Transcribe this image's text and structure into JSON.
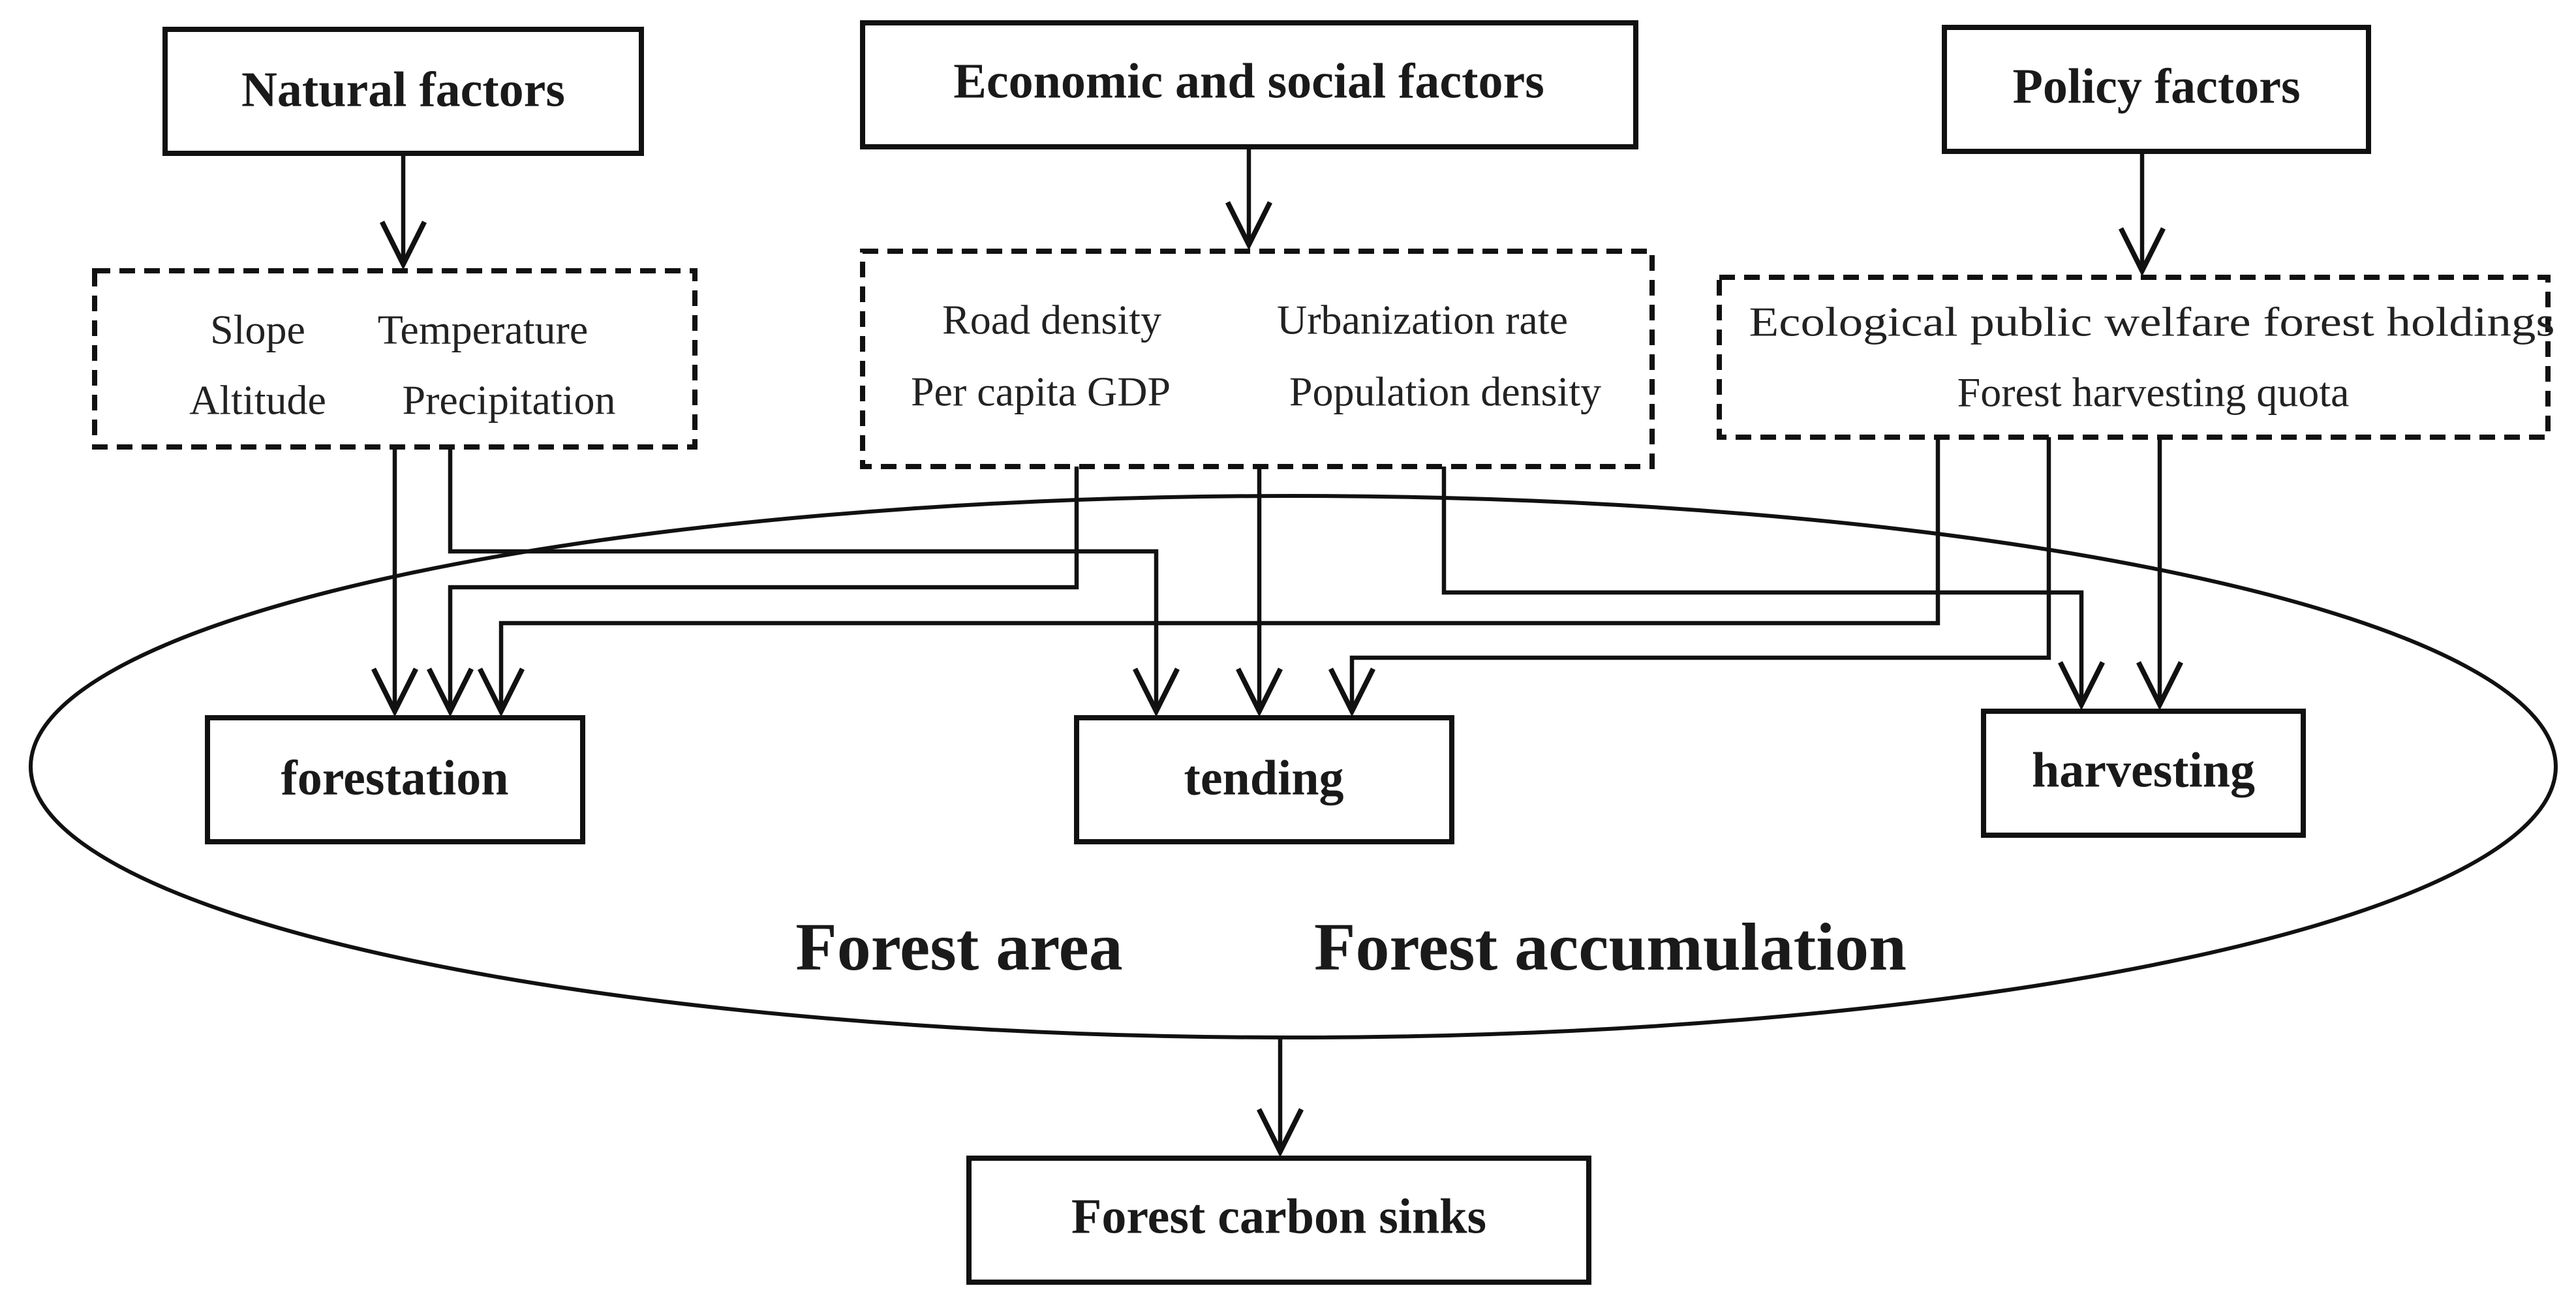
{
  "categories": {
    "natural": {
      "title": "Natural factors",
      "items": [
        "Slope",
        "Temperature",
        "Altitude",
        "Precipitation"
      ]
    },
    "economic": {
      "title": "Economic and social factors",
      "items": [
        "Road density",
        "Urbanization rate",
        "Per capita GDP",
        "Population density"
      ]
    },
    "policy": {
      "title": "Policy factors",
      "items": [
        "Ecological public welfare forest holdings",
        "Forest harvesting quota"
      ]
    }
  },
  "activities": {
    "forestation": "forestation",
    "tending": "tending",
    "harvesting": "harvesting"
  },
  "ellipse_labels": {
    "area": "Forest area",
    "accumulation": "Forest accumulation"
  },
  "outcome": "Forest carbon sinks",
  "colors": {
    "line": "#111111",
    "text": "#1a1a1a",
    "background": "#ffffff"
  }
}
